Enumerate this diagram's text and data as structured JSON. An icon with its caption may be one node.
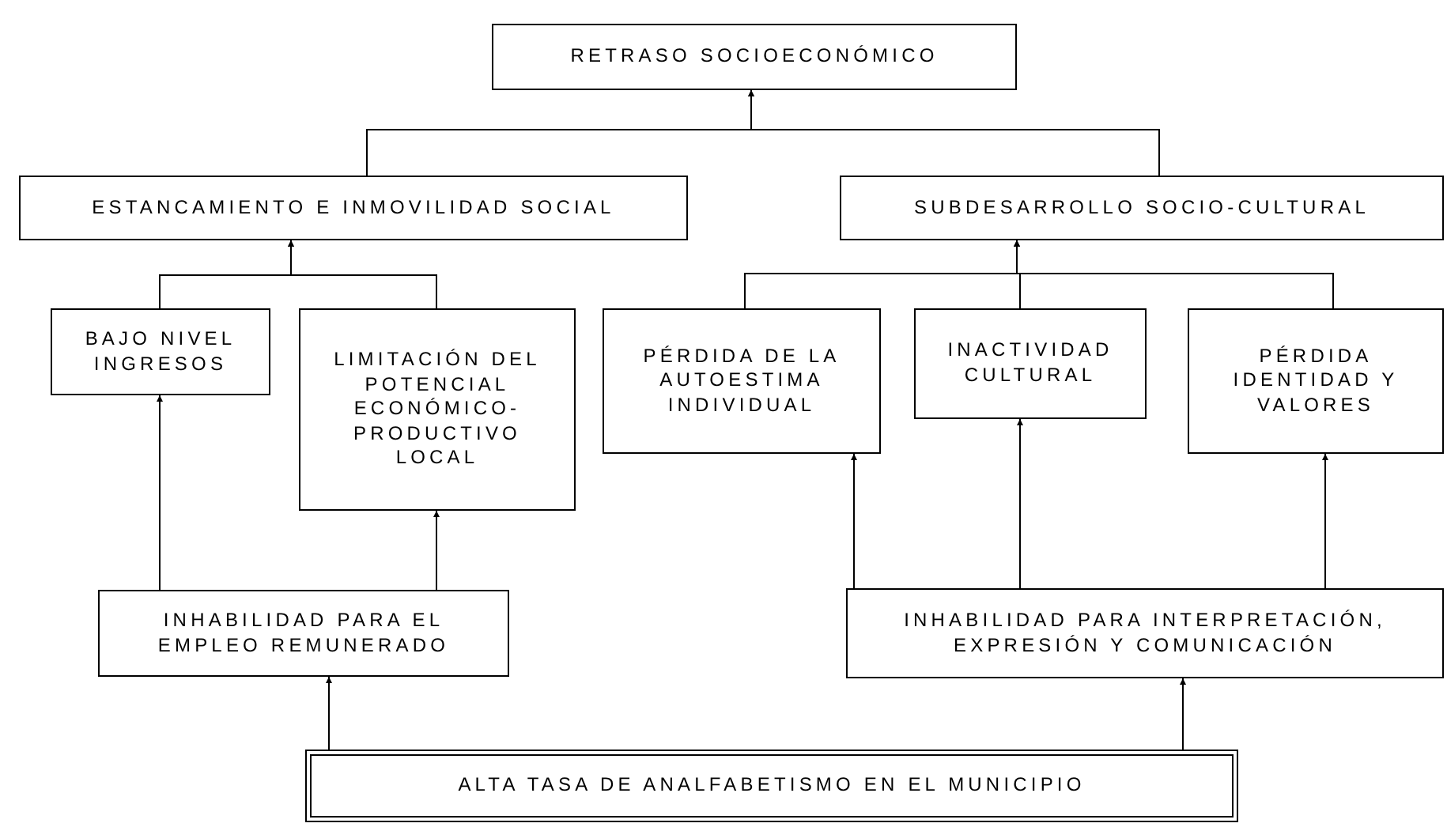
{
  "diagram": {
    "nodes": [
      {
        "text": [
          "RETRASO SOCIOECONÓMICO"
        ]
      },
      {
        "text": [
          "ESTANCAMIENTO E INMOVILIDAD SOCIAL"
        ]
      },
      {
        "text": [
          "SUBDESARROLLO SOCIO-CULTURAL"
        ]
      },
      {
        "text": [
          "BAJO NIVEL INGRESOS"
        ]
      },
      {
        "text": [
          "LIMITACIÓN DEL POTENCIAL ECONÓMICO-PRODUCTIVO LOCAL"
        ]
      },
      {
        "text": [
          "PÉRDIDA DE LA AUTOESTIMA INDIVIDUAL"
        ]
      },
      {
        "text": [
          "INACTIVIDAD CULTURAL"
        ]
      },
      {
        "text": [
          "PÉRDIDA IDENTIDAD Y VALORES"
        ]
      },
      {
        "text": [
          "INHABILIDAD PARA EL EMPLEO REMUNERADO"
        ]
      },
      {
        "text": [
          "INHABILIDAD PARA INTERPRETACIÓN, EXPRESIÓN Y COMUNICACIÓN"
        ]
      },
      {
        "text": [
          "ALTA TASA DE ANALFABETISMO EN EL MUNICIPIO"
        ]
      }
    ],
    "edges": [
      {
        "from": 1,
        "to": 0,
        "arrow": "to"
      },
      {
        "from": 2,
        "to": 0,
        "arrow": "to"
      },
      {
        "from": 3,
        "to": 1,
        "arrow": "to"
      },
      {
        "from": 4,
        "to": 1,
        "arrow": "to"
      },
      {
        "from": 5,
        "to": 2,
        "arrow": "to"
      },
      {
        "from": 6,
        "to": 2,
        "arrow": "to"
      },
      {
        "from": 7,
        "to": 2,
        "arrow": "to"
      },
      {
        "from": 8,
        "to": 3,
        "arrow": "to"
      },
      {
        "from": 8,
        "to": 4,
        "arrow": "to"
      },
      {
        "from": 9,
        "to": 5,
        "arrow": "to"
      },
      {
        "from": 9,
        "to": 6,
        "arrow": "to"
      },
      {
        "from": 9,
        "to": 7,
        "arrow": "to"
      },
      {
        "from": 10,
        "to": 8,
        "arrow": "to"
      },
      {
        "from": 10,
        "to": 9,
        "arrow": "to"
      }
    ]
  }
}
